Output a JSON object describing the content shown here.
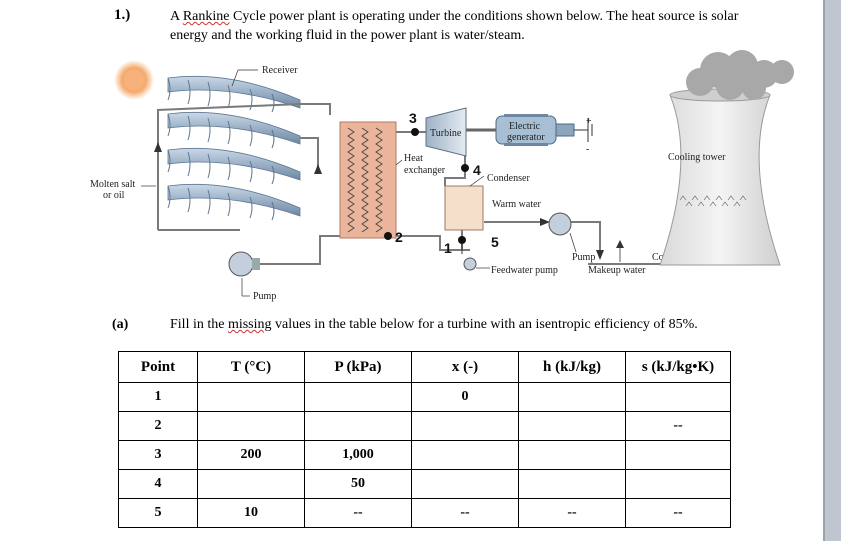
{
  "question": {
    "number": "1.)",
    "text_before": "A ",
    "text_squig": "Rankine",
    "text_after": " Cycle power plant is operating under the conditions shown below. The heat source is solar energy and the working fluid in the power plant is water/steam."
  },
  "diagram": {
    "labels": {
      "receiver": "Receiver",
      "turbine": "Turbine",
      "generator_line1": "Electric",
      "generator_line2": "generator",
      "cooling_tower": "Cooling tower",
      "heat_exchanger_line1": "Heat",
      "heat_exchanger_line2": "exchanger",
      "condenser": "Condenser",
      "molten_salt_line1": "Molten salt",
      "molten_salt_line2": "or oil",
      "warm_water": "Warm water",
      "pump_left": "Pump",
      "pump_right": "Pump",
      "feedwater_pump": "Feedwater pump",
      "makeup_water": "Makeup water",
      "cooled_water": "Cooled water",
      "plus": "+",
      "minus": "-"
    },
    "state_points": [
      "3",
      "4",
      "2",
      "1",
      "5"
    ]
  },
  "part_a": {
    "label": "(a)",
    "text_before": "Fill in the ",
    "text_squig": "missing",
    "text_after": " values in the table below for a turbine with an isentropic efficiency of 85%."
  },
  "table": {
    "headers": [
      "Point",
      "T (°C)",
      "P (kPa)",
      "x (-)",
      "h (kJ/kg)",
      "s (kJ/kg•K)"
    ],
    "rows": [
      [
        "1",
        "",
        "",
        "0",
        "",
        ""
      ],
      [
        "2",
        "",
        "",
        "",
        "",
        "--"
      ],
      [
        "3",
        "200",
        "1,000",
        "",
        "",
        ""
      ],
      [
        "4",
        "",
        "50",
        "",
        "",
        ""
      ],
      [
        "5",
        "10",
        "--",
        "--",
        "--",
        "--"
      ]
    ]
  },
  "colors": {
    "collector": "#a9bfd6",
    "collector_dark": "#6e88a3",
    "pipe": "#7a7a7a",
    "hx": "#e8b9a0",
    "condenser": "#f2e0d0",
    "tower": "#e6e6e6",
    "smoke": "#a8a8a8",
    "sun": "#f4a96a"
  }
}
